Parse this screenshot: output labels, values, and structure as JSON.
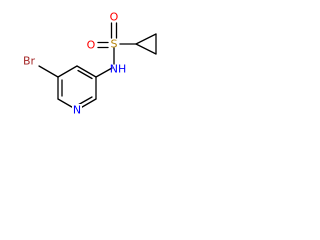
{
  "molecule": {
    "atoms": {
      "bromine": {
        "label": "Br",
        "color": "#a52a2a"
      },
      "pyridine_nitrogen": {
        "label": "N",
        "color": "#0000ff"
      },
      "amide_nitrogen": {
        "label": "NH",
        "color": "#0000ff"
      },
      "sulfur": {
        "label": "S",
        "color": "#b8860b"
      },
      "oxygen_top": {
        "label": "O",
        "color": "#ff0000"
      },
      "oxygen_left": {
        "label": "O",
        "color": "#ff0000"
      }
    },
    "bond_color": "#000000"
  }
}
